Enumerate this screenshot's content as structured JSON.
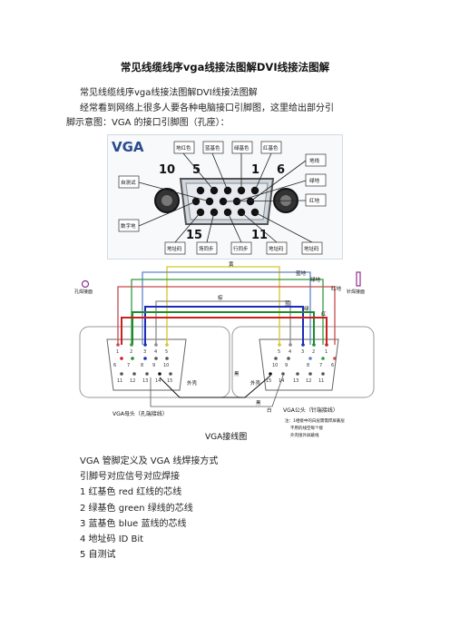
{
  "doc_title": "常见线缆线序vga线接法图解DVI线接法图解",
  "intro": {
    "line1": "常见线缆线序vga线接法图解DVI线接法图解",
    "line2": "经常看到网络上很多人要各种电脑接口引脚图，这里给出部分引",
    "line3": "脚示意图：VGA 的接口引脚图（孔座）："
  },
  "pinout": {
    "badge": "VGA",
    "pin_numbers": {
      "p10": "10",
      "p5": "5",
      "p1": "1",
      "p6": "6",
      "p15": "15",
      "p11": "11"
    },
    "labels": {
      "top1": "地红色",
      "top2": "蓝基色",
      "top3": "绿基色",
      "top4": "红基色",
      "right1": "地线",
      "right2": "绿地",
      "right3": "红地",
      "left1": "自测试",
      "left2": "数字地",
      "bottom1": "地址码",
      "bottom2": "场同步",
      "bottom3": "行同步",
      "bottom4": "地址码",
      "bottom5": "地址码"
    }
  },
  "wiring": {
    "wire_labels": {
      "yellow": "黄",
      "blue_ground": "蓝地",
      "green_ground": "绿地",
      "red_ground": "红地",
      "brown": "棕",
      "blue": "蓝",
      "green": "绿",
      "red": "红",
      "black": "黑",
      "white": "白"
    },
    "left_side_label": "孔焊接面",
    "right_side_label": "针焊接面",
    "shell_left": "外壳",
    "shell_right": "外壳",
    "female_caption": "VGA母头（孔端接线）",
    "male_caption": "VGA公头（针端接线）",
    "note_line1": "注：1相接中的白层需需焊屏蔽层",
    "note_line2": "不用的线空每个接",
    "note_line3": "外壳接外屏蔽线",
    "caption": "VGA接线图",
    "female_row1": [
      "1",
      "2",
      "3",
      "4",
      "5"
    ],
    "female_row2": [
      "6",
      "7",
      "8",
      "9",
      "10"
    ],
    "female_row3": [
      "11",
      "12",
      "13",
      "14",
      "15"
    ],
    "male_row1": [
      "5",
      "4",
      "3",
      "2",
      "1"
    ],
    "male_row2": [
      "10",
      "9",
      "8",
      "7",
      "6"
    ],
    "male_row3": [
      "15",
      "14",
      "13",
      "12",
      "11"
    ]
  },
  "definitions": {
    "heading": "VGA 管脚定义及 VGA 线焊接方式",
    "subheading": "引脚号对应信号对应焊接",
    "items": [
      "1 红基色 red 红线的芯线",
      "2 绿基色 green 绿线的芯线",
      "3 蓝基色 blue 蓝线的芯线",
      "4 地址码 ID Bit",
      "5 自测试"
    ]
  }
}
